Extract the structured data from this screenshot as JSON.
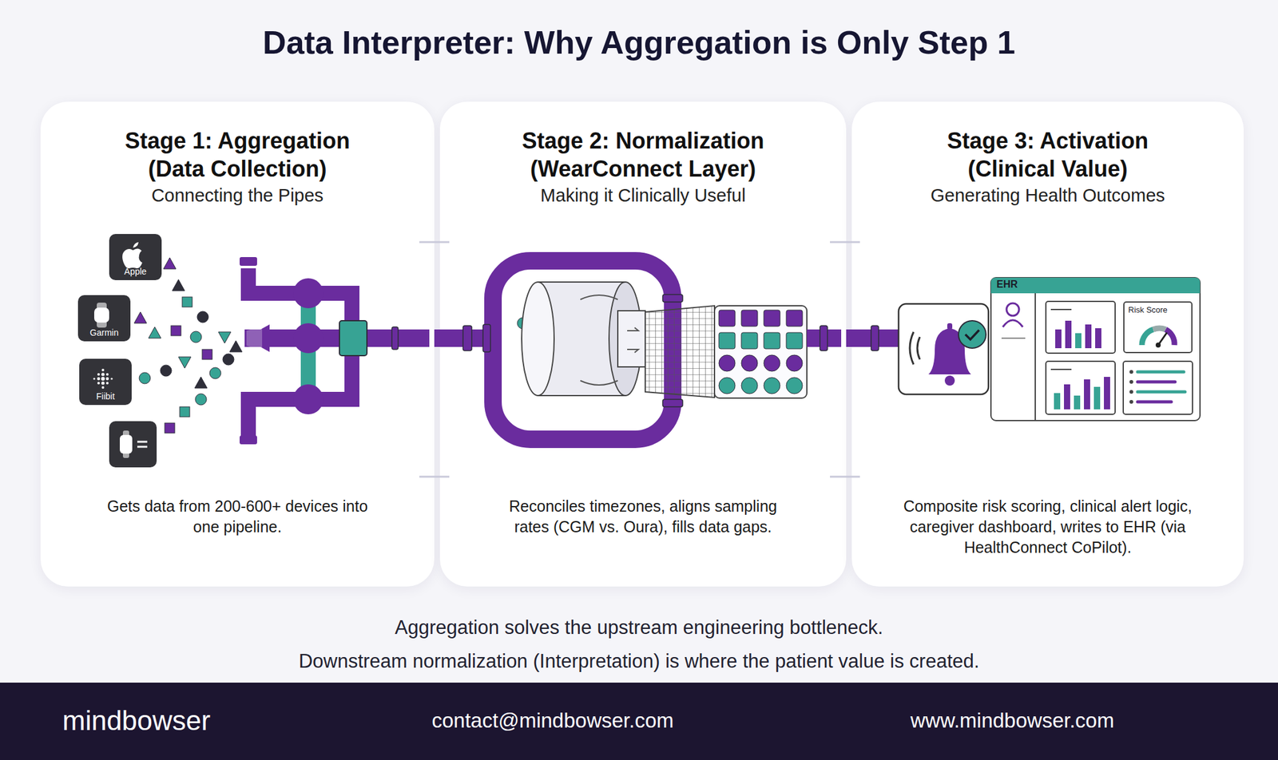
{
  "diagram": {
    "title": "Data Interpreter: Why Aggregation is Only Step 1",
    "nodes": [
      {
        "text": [
          "Stage 1: Aggregation (Data Collection)",
          "Connecting the Pipes",
          "Gets data from 200-600+ devices into one pipeline."
        ]
      },
      {
        "text": [
          "Apple"
        ],
        "in": 0
      },
      {
        "text": [
          "Garmin"
        ],
        "in": 0
      },
      {
        "text": [
          "Fiibit"
        ],
        "in": 0
      },
      {
        "text": [
          "Stage 2: Normalization (WearConnect Layer)",
          "Making it Clinically Useful",
          "Reconciles timezones, aligns sampling rates (CGM vs. Oura), fills data gaps."
        ]
      },
      {
        "text": [
          "Stage 3: Activation (Clinical Value)",
          "Generating Health Outcomes",
          "Composite risk scoring, clinical alert logic, caregiver dashboard, writes to EHR (via HealthConnect CoPilot)."
        ]
      },
      {
        "text": [
          "EHR"
        ],
        "in": 5
      },
      {
        "text": [
          "Risk Score"
        ],
        "in": 6
      },
      {
        "text": [
          "mindbowser",
          "contact@mindbowser.com",
          "www.mindbowser.com"
        ]
      }
    ],
    "edges": [
      {
        "from": 0,
        "to": 4,
        "arrow": "none"
      },
      {
        "from": 4,
        "to": 5,
        "arrow": "none"
      }
    ],
    "labels": [
      "Aggregation solves the upstream engineering bottleneck.",
      "Downstream normalization (Interpretation) is where the patient value is created."
    ]
  }
}
